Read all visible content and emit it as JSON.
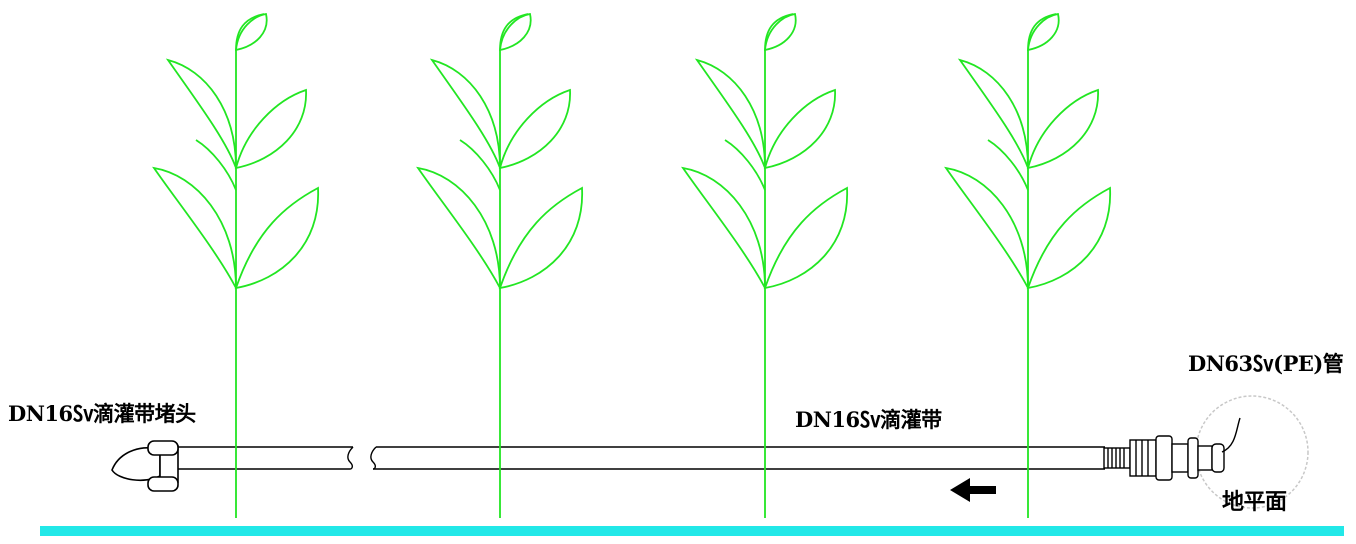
{
  "labels": {
    "end_cap": "DN16㏜滴灌带堵头",
    "drip_tape": "DN16㏜滴灌带",
    "pe_pipe": "DN63㏜(PE)管",
    "ground": "地平面"
  },
  "colors": {
    "plant": "#22e622",
    "ground": "#22e8e8",
    "line": "#000000",
    "circle": "#c8c8c8"
  },
  "plants": [
    "plant-1",
    "plant-2",
    "plant-3",
    "plant-4"
  ],
  "flow_direction": "left",
  "icons": [
    "end-cap-icon",
    "pipe-connector-icon",
    "flow-arrow-icon"
  ]
}
